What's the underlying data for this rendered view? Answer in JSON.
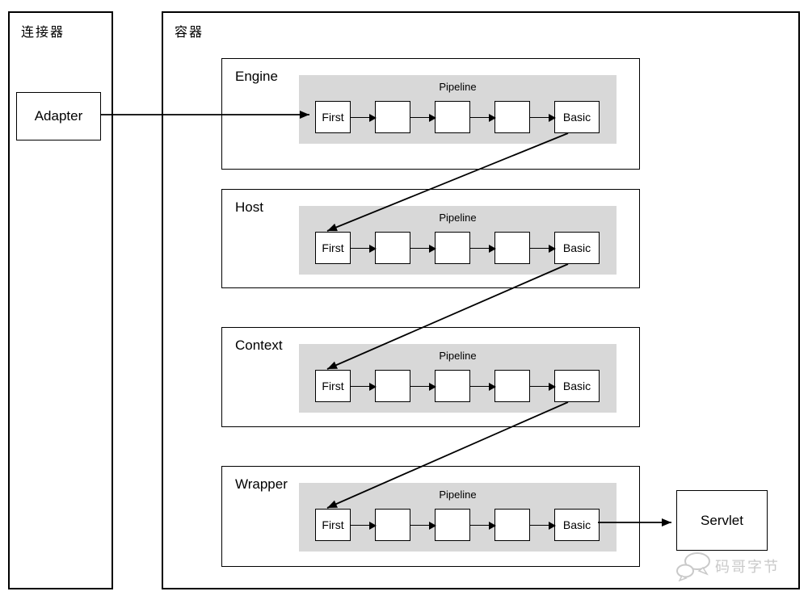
{
  "connector": {
    "label": "连接器",
    "adapter": "Adapter"
  },
  "container": {
    "label": "容器",
    "servlet": "Servlet",
    "tiers": [
      {
        "name": "Engine",
        "pipeline": "Pipeline",
        "first": "First",
        "basic": "Basic"
      },
      {
        "name": "Host",
        "pipeline": "Pipeline",
        "first": "First",
        "basic": "Basic"
      },
      {
        "name": "Context",
        "pipeline": "Pipeline",
        "first": "First",
        "basic": "Basic"
      },
      {
        "name": "Wrapper",
        "pipeline": "Pipeline",
        "first": "First",
        "basic": "Basic"
      }
    ]
  },
  "watermark": {
    "text": "码哥字节"
  },
  "colors": {
    "pipeline_bg": "#d8d8d8",
    "line": "#000000",
    "watermark": "#c9c9c9"
  }
}
